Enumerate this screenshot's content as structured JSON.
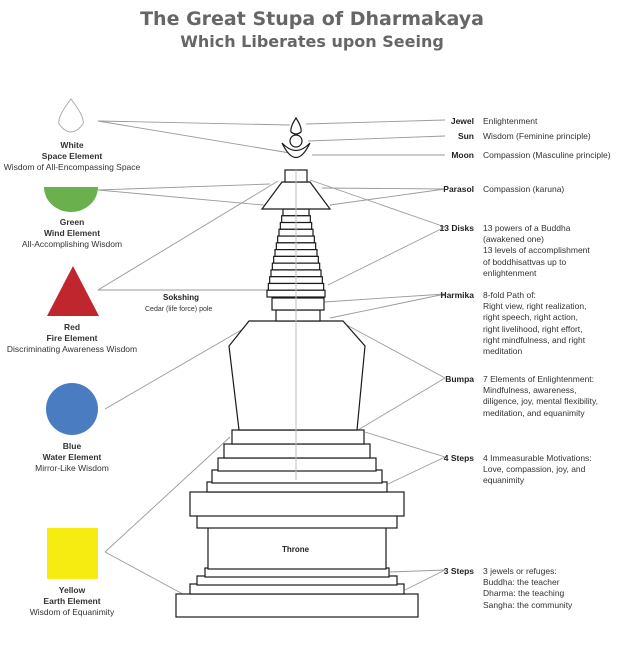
{
  "title": "The Great Stupa of Dharmakaya",
  "subtitle": "Which Liberates upon Seeing",
  "colors": {
    "space": "#ffffff",
    "wind": "#6ab04c",
    "fire": "#c0262d",
    "water": "#4a7cc2",
    "earth": "#f7ec12",
    "line": "#9a9a9a",
    "outline": "#1a1a1a"
  },
  "elements": [
    {
      "color_name": "White",
      "element": "Space Element",
      "wisdom": "Wisdom of All-Encompassing Space",
      "shape": "drop"
    },
    {
      "color_name": "Green",
      "element": "Wind Element",
      "wisdom": "All-Accomplishing Wisdom",
      "shape": "half-circle"
    },
    {
      "color_name": "Red",
      "element": "Fire Element",
      "wisdom": "Discriminating Awareness Wisdom",
      "shape": "triangle"
    },
    {
      "color_name": "Blue",
      "element": "Water Element",
      "wisdom": "Mirror-Like Wisdom",
      "shape": "circle"
    },
    {
      "color_name": "Yellow",
      "element": "Earth Element",
      "wisdom": "Wisdom of Equanimity",
      "shape": "square"
    }
  ],
  "parts": [
    {
      "label": "Jewel",
      "desc": [
        "Enlightenment"
      ]
    },
    {
      "label": "Sun",
      "desc": [
        "Wisdom (Feminine principle)"
      ]
    },
    {
      "label": "Moon",
      "desc": [
        "Compassion (Masculine principle)"
      ]
    },
    {
      "label": "Parasol",
      "desc": [
        "Compassion (karuna)"
      ]
    },
    {
      "label": "13 Disks",
      "desc": [
        "13 powers of a Buddha",
        "(awakened one)",
        "13 levels of accomplishment",
        "of boddhisattvas up to",
        "enlightenment"
      ]
    },
    {
      "label": "Harmika",
      "desc": [
        "8-fold Path of:",
        "Right view, right realization,",
        "right speech, right action,",
        "right livelihood, right effort,",
        "right mindfulness, and right",
        "meditation"
      ]
    },
    {
      "label": "Bumpa",
      "desc": [
        "7 Elements of Enlightenment:",
        "Mindfulness, awareness,",
        "diligence, joy, mental flexibility,",
        "meditation, and equanimity"
      ]
    },
    {
      "label": "4 Steps",
      "desc": [
        "4 Immeasurable Motivations:",
        "Love, compassion, joy, and",
        "equanimity"
      ]
    },
    {
      "label": "3 Steps",
      "desc": [
        "3 jewels or refuges:",
        "Buddha: the teacher",
        "Dharma: the teaching",
        "Sangha: the community"
      ]
    }
  ],
  "sokshing": {
    "label": "Sokshing",
    "sub": "Cedar (life force) pole"
  },
  "throne": "Throne"
}
